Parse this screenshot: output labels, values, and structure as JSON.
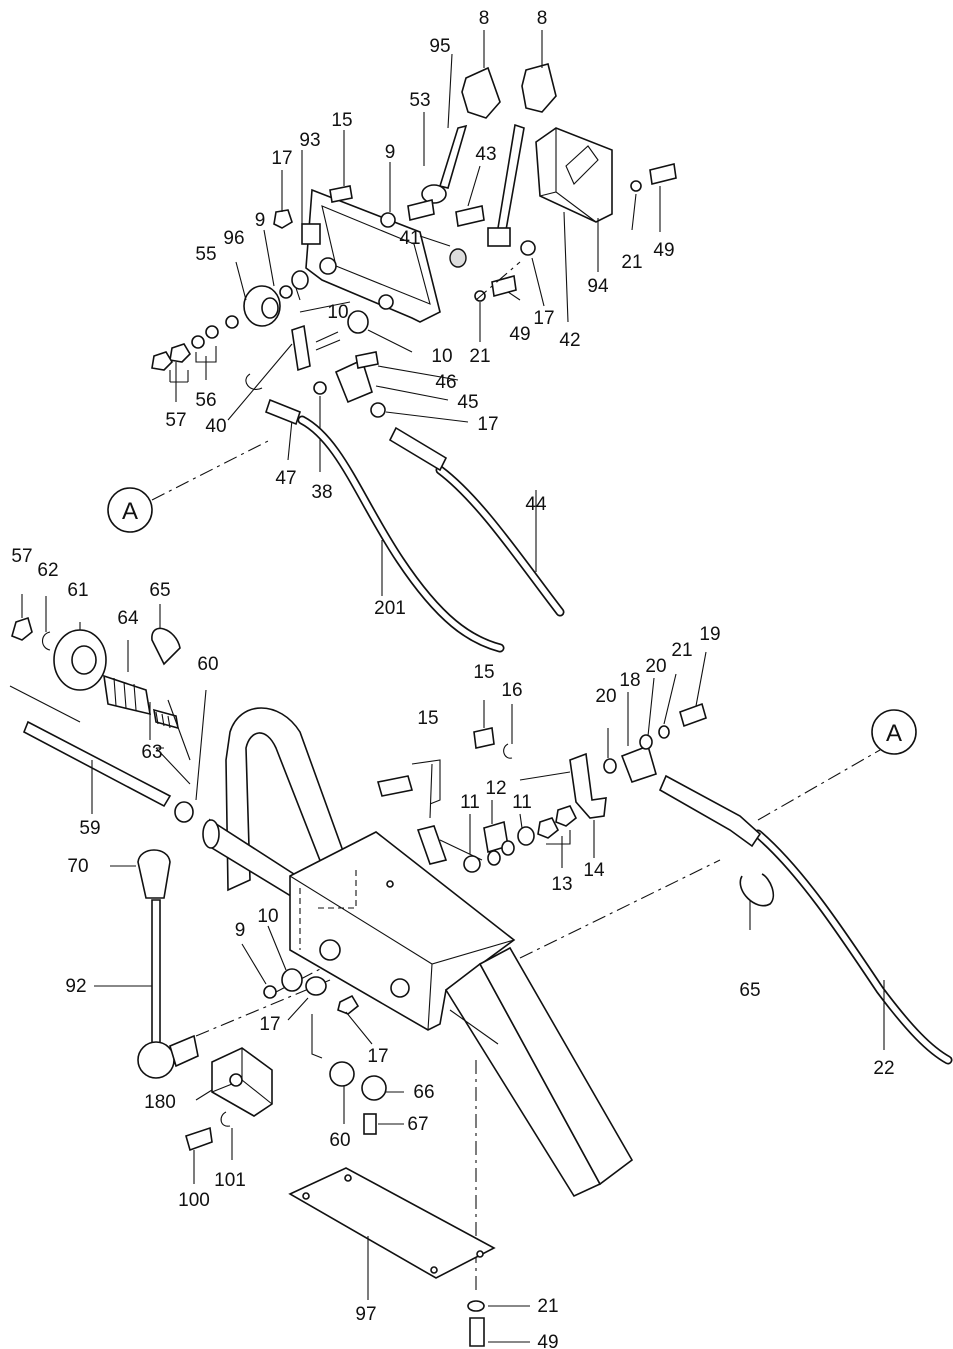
{
  "diagram": {
    "callouts": [
      {
        "id": "8a",
        "text": "8"
      },
      {
        "id": "8b",
        "text": "8"
      },
      {
        "id": "95",
        "text": "95"
      },
      {
        "id": "53",
        "text": "53"
      },
      {
        "id": "15a",
        "text": "15"
      },
      {
        "id": "93",
        "text": "93"
      },
      {
        "id": "9a",
        "text": "9"
      },
      {
        "id": "43",
        "text": "43"
      },
      {
        "id": "17a",
        "text": "17"
      },
      {
        "id": "9b",
        "text": "9"
      },
      {
        "id": "96",
        "text": "96"
      },
      {
        "id": "55",
        "text": "55"
      },
      {
        "id": "41",
        "text": "41"
      },
      {
        "id": "21a",
        "text": "21"
      },
      {
        "id": "49a",
        "text": "49"
      },
      {
        "id": "94",
        "text": "94"
      },
      {
        "id": "10a",
        "text": "10"
      },
      {
        "id": "17b",
        "text": "17"
      },
      {
        "id": "49b",
        "text": "49"
      },
      {
        "id": "42",
        "text": "42"
      },
      {
        "id": "10b",
        "text": "10"
      },
      {
        "id": "21b",
        "text": "21"
      },
      {
        "id": "46",
        "text": "46"
      },
      {
        "id": "45",
        "text": "45"
      },
      {
        "id": "17c",
        "text": "17"
      },
      {
        "id": "56",
        "text": "56"
      },
      {
        "id": "57a",
        "text": "57"
      },
      {
        "id": "40",
        "text": "40"
      },
      {
        "id": "47",
        "text": "47"
      },
      {
        "id": "38",
        "text": "38"
      },
      {
        "id": "44",
        "text": "44"
      },
      {
        "id": "201",
        "text": "201"
      },
      {
        "id": "57b",
        "text": "57"
      },
      {
        "id": "62",
        "text": "62"
      },
      {
        "id": "61",
        "text": "61"
      },
      {
        "id": "65a",
        "text": "65"
      },
      {
        "id": "64",
        "text": "64"
      },
      {
        "id": "60a",
        "text": "60"
      },
      {
        "id": "63",
        "text": "63"
      },
      {
        "id": "59",
        "text": "59"
      },
      {
        "id": "15b",
        "text": "15"
      },
      {
        "id": "16",
        "text": "16"
      },
      {
        "id": "15c",
        "text": "15"
      },
      {
        "id": "19",
        "text": "19"
      },
      {
        "id": "21c",
        "text": "21"
      },
      {
        "id": "20a",
        "text": "20"
      },
      {
        "id": "18",
        "text": "18"
      },
      {
        "id": "20b",
        "text": "20"
      },
      {
        "id": "11a",
        "text": "11"
      },
      {
        "id": "12",
        "text": "12"
      },
      {
        "id": "11b",
        "text": "11"
      },
      {
        "id": "13",
        "text": "13"
      },
      {
        "id": "14",
        "text": "14"
      },
      {
        "id": "70",
        "text": "70"
      },
      {
        "id": "92",
        "text": "92"
      },
      {
        "id": "9c",
        "text": "9"
      },
      {
        "id": "10c",
        "text": "10"
      },
      {
        "id": "17d",
        "text": "17"
      },
      {
        "id": "17e",
        "text": "17"
      },
      {
        "id": "65b",
        "text": "65"
      },
      {
        "id": "22",
        "text": "22"
      },
      {
        "id": "180",
        "text": "180"
      },
      {
        "id": "60b",
        "text": "60"
      },
      {
        "id": "66",
        "text": "66"
      },
      {
        "id": "67",
        "text": "67"
      },
      {
        "id": "100",
        "text": "100"
      },
      {
        "id": "101",
        "text": "101"
      },
      {
        "id": "97",
        "text": "97"
      },
      {
        "id": "21d",
        "text": "21"
      },
      {
        "id": "49c",
        "text": "49"
      }
    ],
    "section_markers": [
      {
        "id": "A1",
        "text": "A"
      },
      {
        "id": "A2",
        "text": "A"
      }
    ]
  }
}
